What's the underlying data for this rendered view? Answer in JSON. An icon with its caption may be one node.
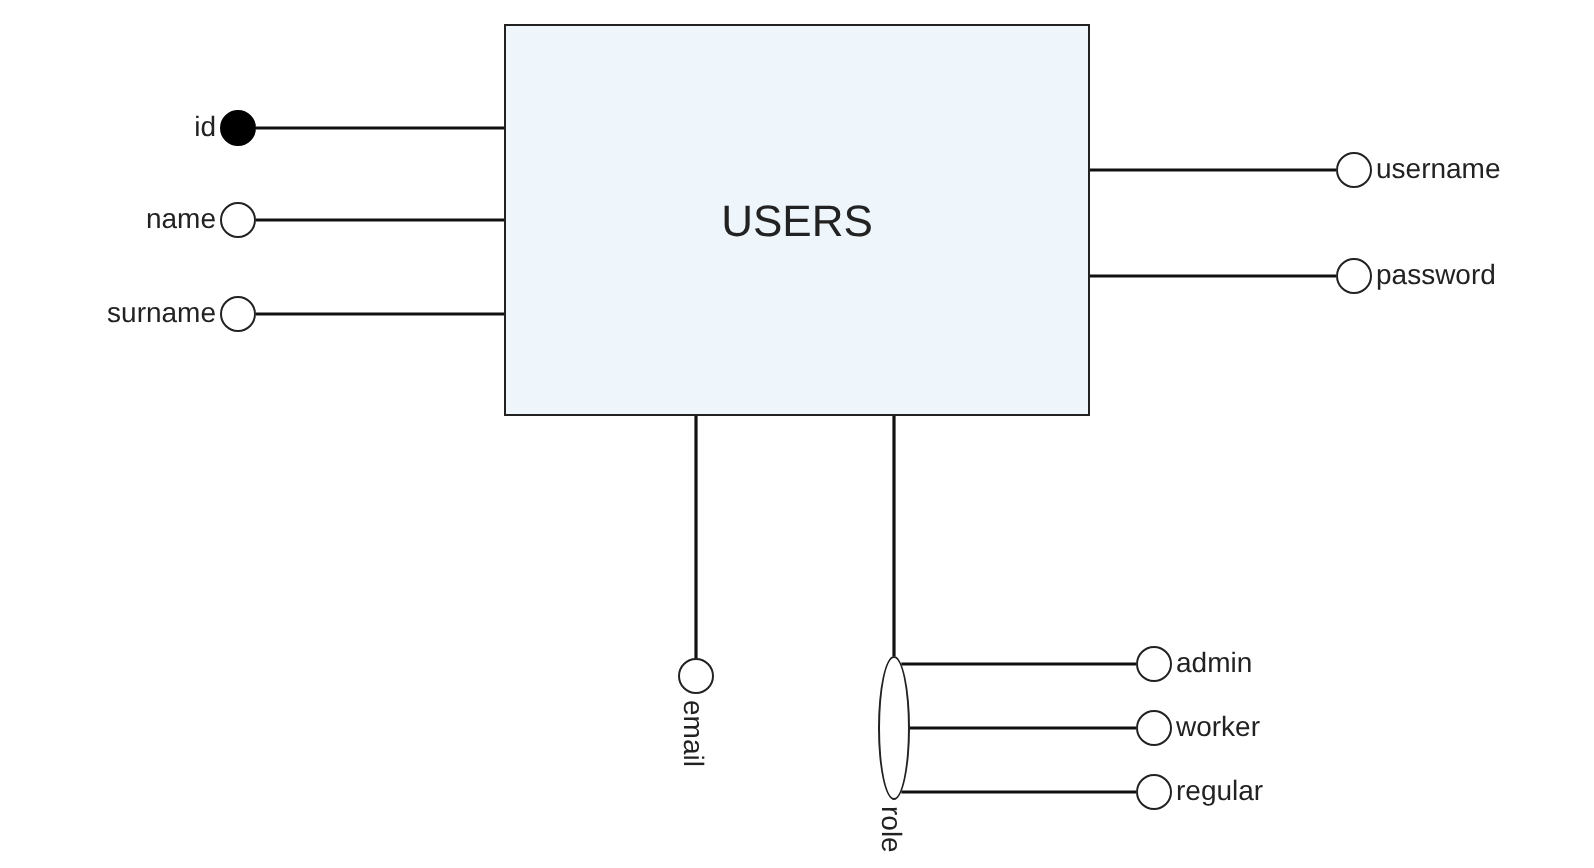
{
  "diagram": {
    "nodes": [
      {
        "text": [
          "USERS"
        ]
      },
      {
        "text": [],
        "shape": "dot",
        "beside": [
          "id"
        ]
      },
      {
        "text": [],
        "shape": "circle",
        "beside": [
          "name"
        ]
      },
      {
        "text": [],
        "shape": "circle",
        "beside": [
          "surname"
        ]
      },
      {
        "text": [],
        "shape": "circle",
        "beside": [
          "username"
        ]
      },
      {
        "text": [],
        "shape": "circle",
        "beside": [
          "password"
        ]
      },
      {
        "text": [],
        "shape": "circle",
        "beside": [
          "email"
        ]
      },
      {
        "text": [],
        "shape": "ellipse",
        "beside": [
          "role"
        ]
      },
      {
        "text": [],
        "shape": "circle",
        "beside": [
          "admin"
        ]
      },
      {
        "text": [],
        "shape": "circle",
        "beside": [
          "worker"
        ]
      },
      {
        "text": [],
        "shape": "circle",
        "beside": [
          "regular"
        ]
      }
    ],
    "edges": [
      {
        "from": 0,
        "to": 1,
        "arrow": "none"
      },
      {
        "from": 0,
        "to": 2,
        "arrow": "none"
      },
      {
        "from": 0,
        "to": 3,
        "arrow": "none"
      },
      {
        "from": 0,
        "to": 4,
        "arrow": "none"
      },
      {
        "from": 0,
        "to": 5,
        "arrow": "none"
      },
      {
        "from": 0,
        "to": 6,
        "arrow": "none"
      },
      {
        "from": 0,
        "to": 7,
        "arrow": "none"
      },
      {
        "from": 7,
        "to": 8,
        "arrow": "none"
      },
      {
        "from": 7,
        "to": 9,
        "arrow": "none"
      },
      {
        "from": 7,
        "to": 10,
        "arrow": "none"
      }
    ]
  }
}
